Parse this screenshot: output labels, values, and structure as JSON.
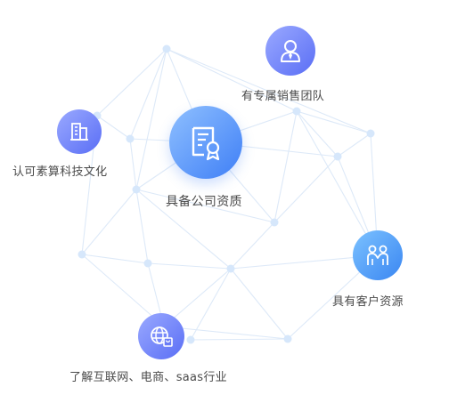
{
  "features": {
    "dedicated_team": {
      "label": "有专属销售团队",
      "icon": "user-tie-icon"
    },
    "culture": {
      "label": "认可素算科技文化",
      "icon": "office-building-icon"
    },
    "qualification": {
      "label": "具备公司资质",
      "icon": "certificate-icon"
    },
    "resources": {
      "label": "具有客户资源",
      "icon": "people-handshake-icon"
    },
    "industry": {
      "label": "了解互联网、电商、saas行业",
      "icon": "globe-shopping-bag-icon"
    }
  },
  "colors": {
    "icon_gradient_start": "#8ea8ff",
    "icon_gradient_end": "#4a6cf7",
    "main_gradient_start": "#7fb2ff",
    "main_gradient_end": "#3b7bf7",
    "network_line": "#dde9f8",
    "network_node": "#d6e7fb",
    "label_text": "#4a4a4a"
  }
}
